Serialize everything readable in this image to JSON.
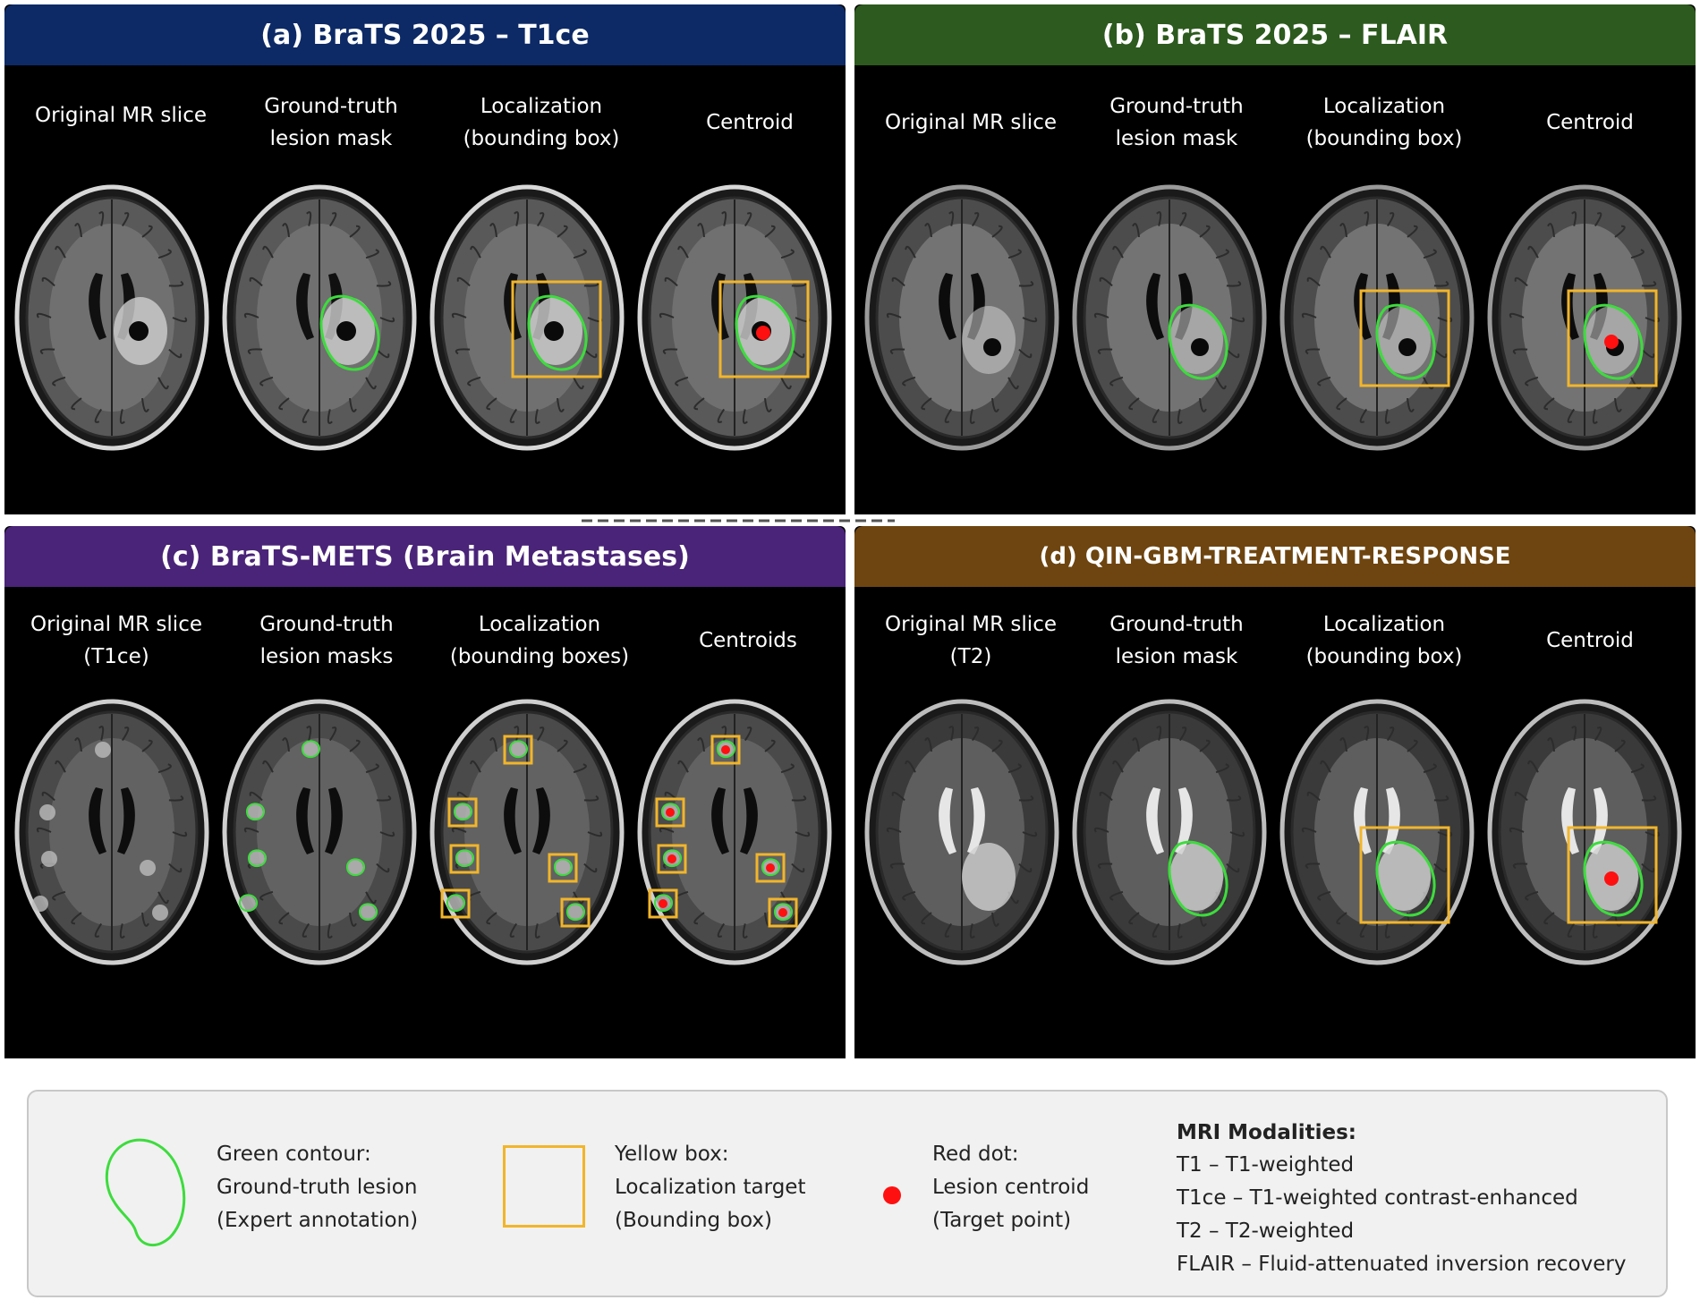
{
  "panels": [
    {
      "title": "(a) BraTS 2025 – T1ce",
      "color": "#0d2a66",
      "columns": [
        "Original MR slice",
        "Ground-truth\nlesion mask",
        "Localization\n(bounding box)",
        "Centroid"
      ]
    },
    {
      "title": "(b) BraTS 2025 – FLAIR",
      "color": "#2d5a1e",
      "columns": [
        "Original MR slice",
        "Ground-truth\nlesion mask",
        "Localization\n(bounding box)",
        "Centroid"
      ]
    },
    {
      "title": "(c) BraTS-METS (Brain Metastases)",
      "color": "#4a2478",
      "columns": [
        "Original MR slice\n(T1ce)",
        "Ground-truth\nlesion masks",
        "Localization\n(bounding boxes)",
        "Centroids"
      ]
    },
    {
      "title": "(d) QIN-GBM-TREATMENT-RESPONSE",
      "color": "#6e4510",
      "columns": [
        "Original MR slice\n(T2)",
        "Ground-truth\nlesion mask",
        "Localization\n(bounding box)",
        "Centroid"
      ]
    }
  ],
  "legend": {
    "green": "Green contour:\nGround-truth lesion\n(Expert annotation)",
    "yellow": "Yellow box:\nLocalization target\n(Bounding box)",
    "red": "Red dot:\nLesion centroid\n(Target point)",
    "modalities_title": "MRI Modalities:",
    "modalities": [
      "T1  –  T1-weighted",
      "T1ce  –  T1-weighted contrast-enhanced",
      "T2  –  T2-weighted",
      "FLAIR  –  Fluid-attenuated inversion recovery"
    ]
  },
  "colors": {
    "contour": "#3ddc3d",
    "box": "#f2b52a",
    "centroid": "#ff1010"
  }
}
